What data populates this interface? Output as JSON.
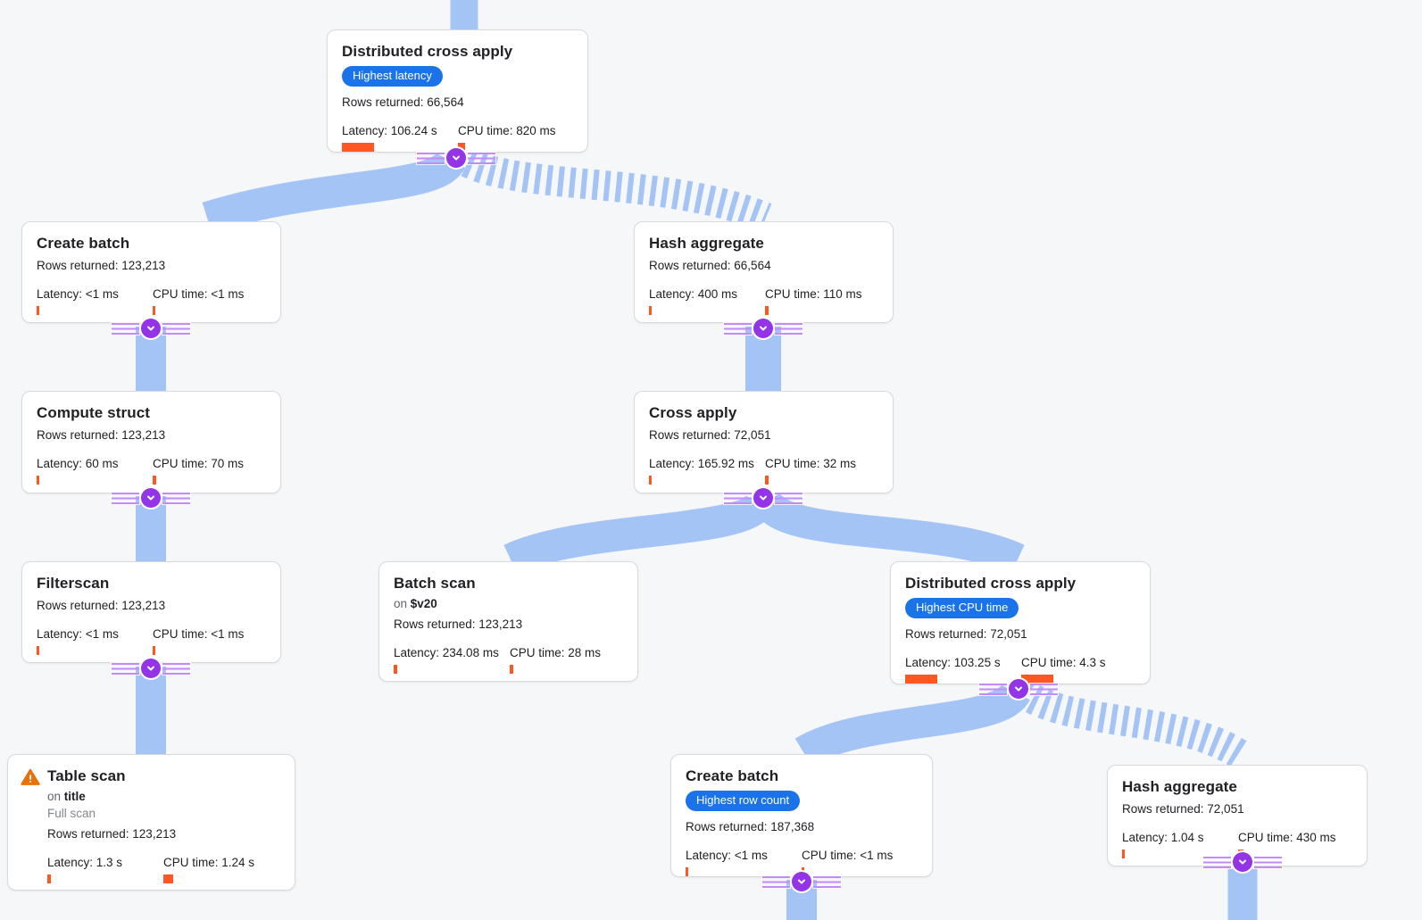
{
  "colors": {
    "background": "#f6f7f9",
    "edge_blue": "#a5c4f6",
    "badge_blue": "#1a73e8",
    "bar_orange": "#ff5722",
    "button_purple": "#9334e6",
    "button_purple_light": "#c58af9",
    "warning_orange": "#e8710a",
    "card_border": "#d8dade",
    "text": "#202124",
    "text_gray": "#5f6368"
  },
  "labels": {
    "on_prefix": "on "
  },
  "icons": {
    "expander": "chevron-down",
    "warning": "warning-triangle"
  },
  "nodes": [
    {
      "title": "Distributed cross apply",
      "badge": "Highest latency",
      "rows": "Rows returned: 66,564",
      "latency": "Latency: 106.24 s",
      "cpu": "CPU time: 820 ms",
      "latency_bar": 36,
      "cpu_bar": 8
    },
    {
      "title": "Create batch",
      "rows": "Rows returned: 123,213",
      "latency": "Latency: <1 ms",
      "cpu": "CPU time: <1 ms",
      "latency_bar": 3,
      "cpu_bar": 3
    },
    {
      "title": "Hash aggregate",
      "rows": "Rows returned: 66,564",
      "latency": "Latency: 400 ms",
      "cpu": "CPU time: 110 ms",
      "latency_bar": 3,
      "cpu_bar": 4
    },
    {
      "title": "Compute struct",
      "rows": "Rows returned: 123,213",
      "latency": "Latency: 60 ms",
      "cpu": "CPU time: 70 ms",
      "latency_bar": 3,
      "cpu_bar": 4
    },
    {
      "title": "Cross apply",
      "rows": "Rows returned: 72,051",
      "latency": "Latency: 165.92 ms",
      "cpu": "CPU time: 32 ms",
      "latency_bar": 3,
      "cpu_bar": 4
    },
    {
      "title": "Filterscan",
      "rows": "Rows returned: 123,213",
      "latency": "Latency: <1 ms",
      "cpu": "CPU time: <1 ms",
      "latency_bar": 3,
      "cpu_bar": 3
    },
    {
      "title": "Batch scan",
      "on": "$v20",
      "rows": "Rows returned: 123,213",
      "latency": "Latency: 234.08 ms",
      "cpu": "CPU time: 28 ms",
      "latency_bar": 4,
      "cpu_bar": 4
    },
    {
      "title": "Distributed cross apply",
      "badge": "Highest CPU time",
      "rows": "Rows returned: 72,051",
      "latency": "Latency: 103.25 s",
      "cpu": "CPU time: 4.3 s",
      "latency_bar": 36,
      "cpu_bar": 36
    },
    {
      "title": "Table scan",
      "on": "title",
      "note": "Full scan",
      "rows": "Rows returned: 123,213",
      "latency": "Latency: 1.3 s",
      "cpu": "CPU time: 1.24 s",
      "latency_bar": 4,
      "cpu_bar": 11
    },
    {
      "title": "Create batch",
      "badge": "Highest row count",
      "rows": "Rows returned: 187,368",
      "latency": "Latency: <1 ms",
      "cpu": "CPU time: <1 ms",
      "latency_bar": 3,
      "cpu_bar": 3
    },
    {
      "title": "Hash aggregate",
      "rows": "Rows returned: 72,051",
      "latency": "Latency: 1.04 s",
      "cpu": "CPU time: 430 ms",
      "latency_bar": 3,
      "cpu_bar": 6
    }
  ]
}
